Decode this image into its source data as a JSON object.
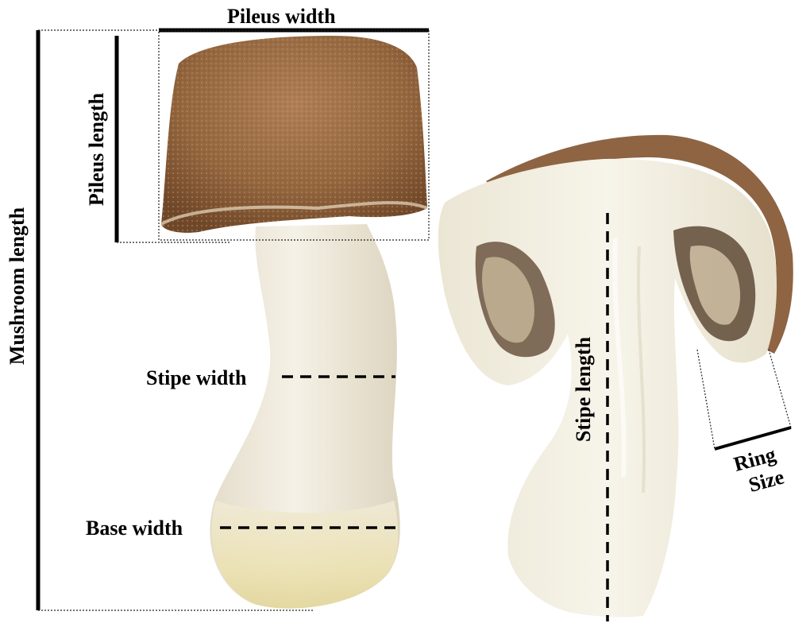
{
  "labels": {
    "pileus_width": "Pileus width",
    "pileus_length": "Pileus length",
    "mushroom_length": "Mushroom length",
    "stipe_width": "Stipe width",
    "base_width": "Base width",
    "stipe_length": "Stipe length",
    "ring_size_line1": "Ring",
    "ring_size_line2": "Size"
  },
  "colors": {
    "cap_brown": "#9a6b45",
    "cap_dark": "#7a4f30",
    "stipe_cream": "#efe9dc",
    "base_yellow": "#e8dca0",
    "flesh": "#f4f0e2",
    "gill_shadow": "#5a4632",
    "measure_line": "#000000"
  },
  "icons": [
    "whole-mushroom-photo",
    "cut-mushroom-photo"
  ]
}
